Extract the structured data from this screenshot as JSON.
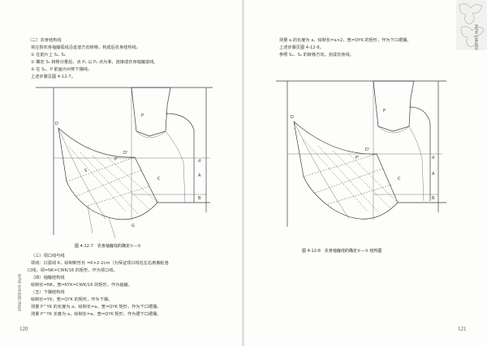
{
  "left_page": {
    "page_number": "120",
    "side_note": "第4章 衣身结构与原型",
    "text_lines": [
      "（二）衣身结构线",
      "将左侧衣身袖窿弧线沿省道方向转移，构成后衣身结构线。",
      "① 在前片上 S₁, S₂",
      "② 确定 S₁ 转移分量后，点 P₁ 以 P₂ 点为准，连接成衣身袖窿造线。",
      "③ 在 S₁、P 前画为对称下摆线。",
      "上述步骤见图 4-12-7。"
    ],
    "figure_caption": "图 4-12-7　衣身袖窿线的确定①—②",
    "lower_lines": [
      "（三）领口线与线",
      "领线：口弧线 K，绘制新形长 =K×2-2cm（为保证领口线在左右肩胸处各",
      "口线，领=NK=CWK/16 的矩形，作为领口线。",
      "（四）袖窿结构线",
      "绘制长=NK，宽=KYK=CWK/16 的矩形，作为袖窿。",
      "（五）下摆结构线",
      "绘制长=YK，宽=QYK 的矩形，作为下摆。",
      "测量 P^YK 的长度为 a，绘制长=a，宽=QYK 矩形，作为下口裙摆。",
      "测量 P^YK 长度为 a，绘制长=a，宽=QYK 矩形，作为裙下口裙摆。"
    ],
    "point_labels": [
      "D",
      "D'",
      "P",
      "P'",
      "S",
      "C",
      "A",
      "B",
      "d",
      "G"
    ]
  },
  "right_page": {
    "page_number": "121",
    "side_note": "第4章 立体裁剪",
    "text_lines": [
      "测量 a 的长度为 a，绘制长=a×2，宽=QYK 的矩形，作为下口裙摆。",
      "上述步骤见图 4-12-8。",
      "参照 S₁、S₂ 的转移方向，完成衣身线。"
    ],
    "figure_caption": "图 4-12-8　衣身袖窿线的确定②—③ 结构图",
    "point_labels": [
      "D",
      "D'",
      "P",
      "P'",
      "C",
      "B",
      "A",
      "d"
    ]
  }
}
